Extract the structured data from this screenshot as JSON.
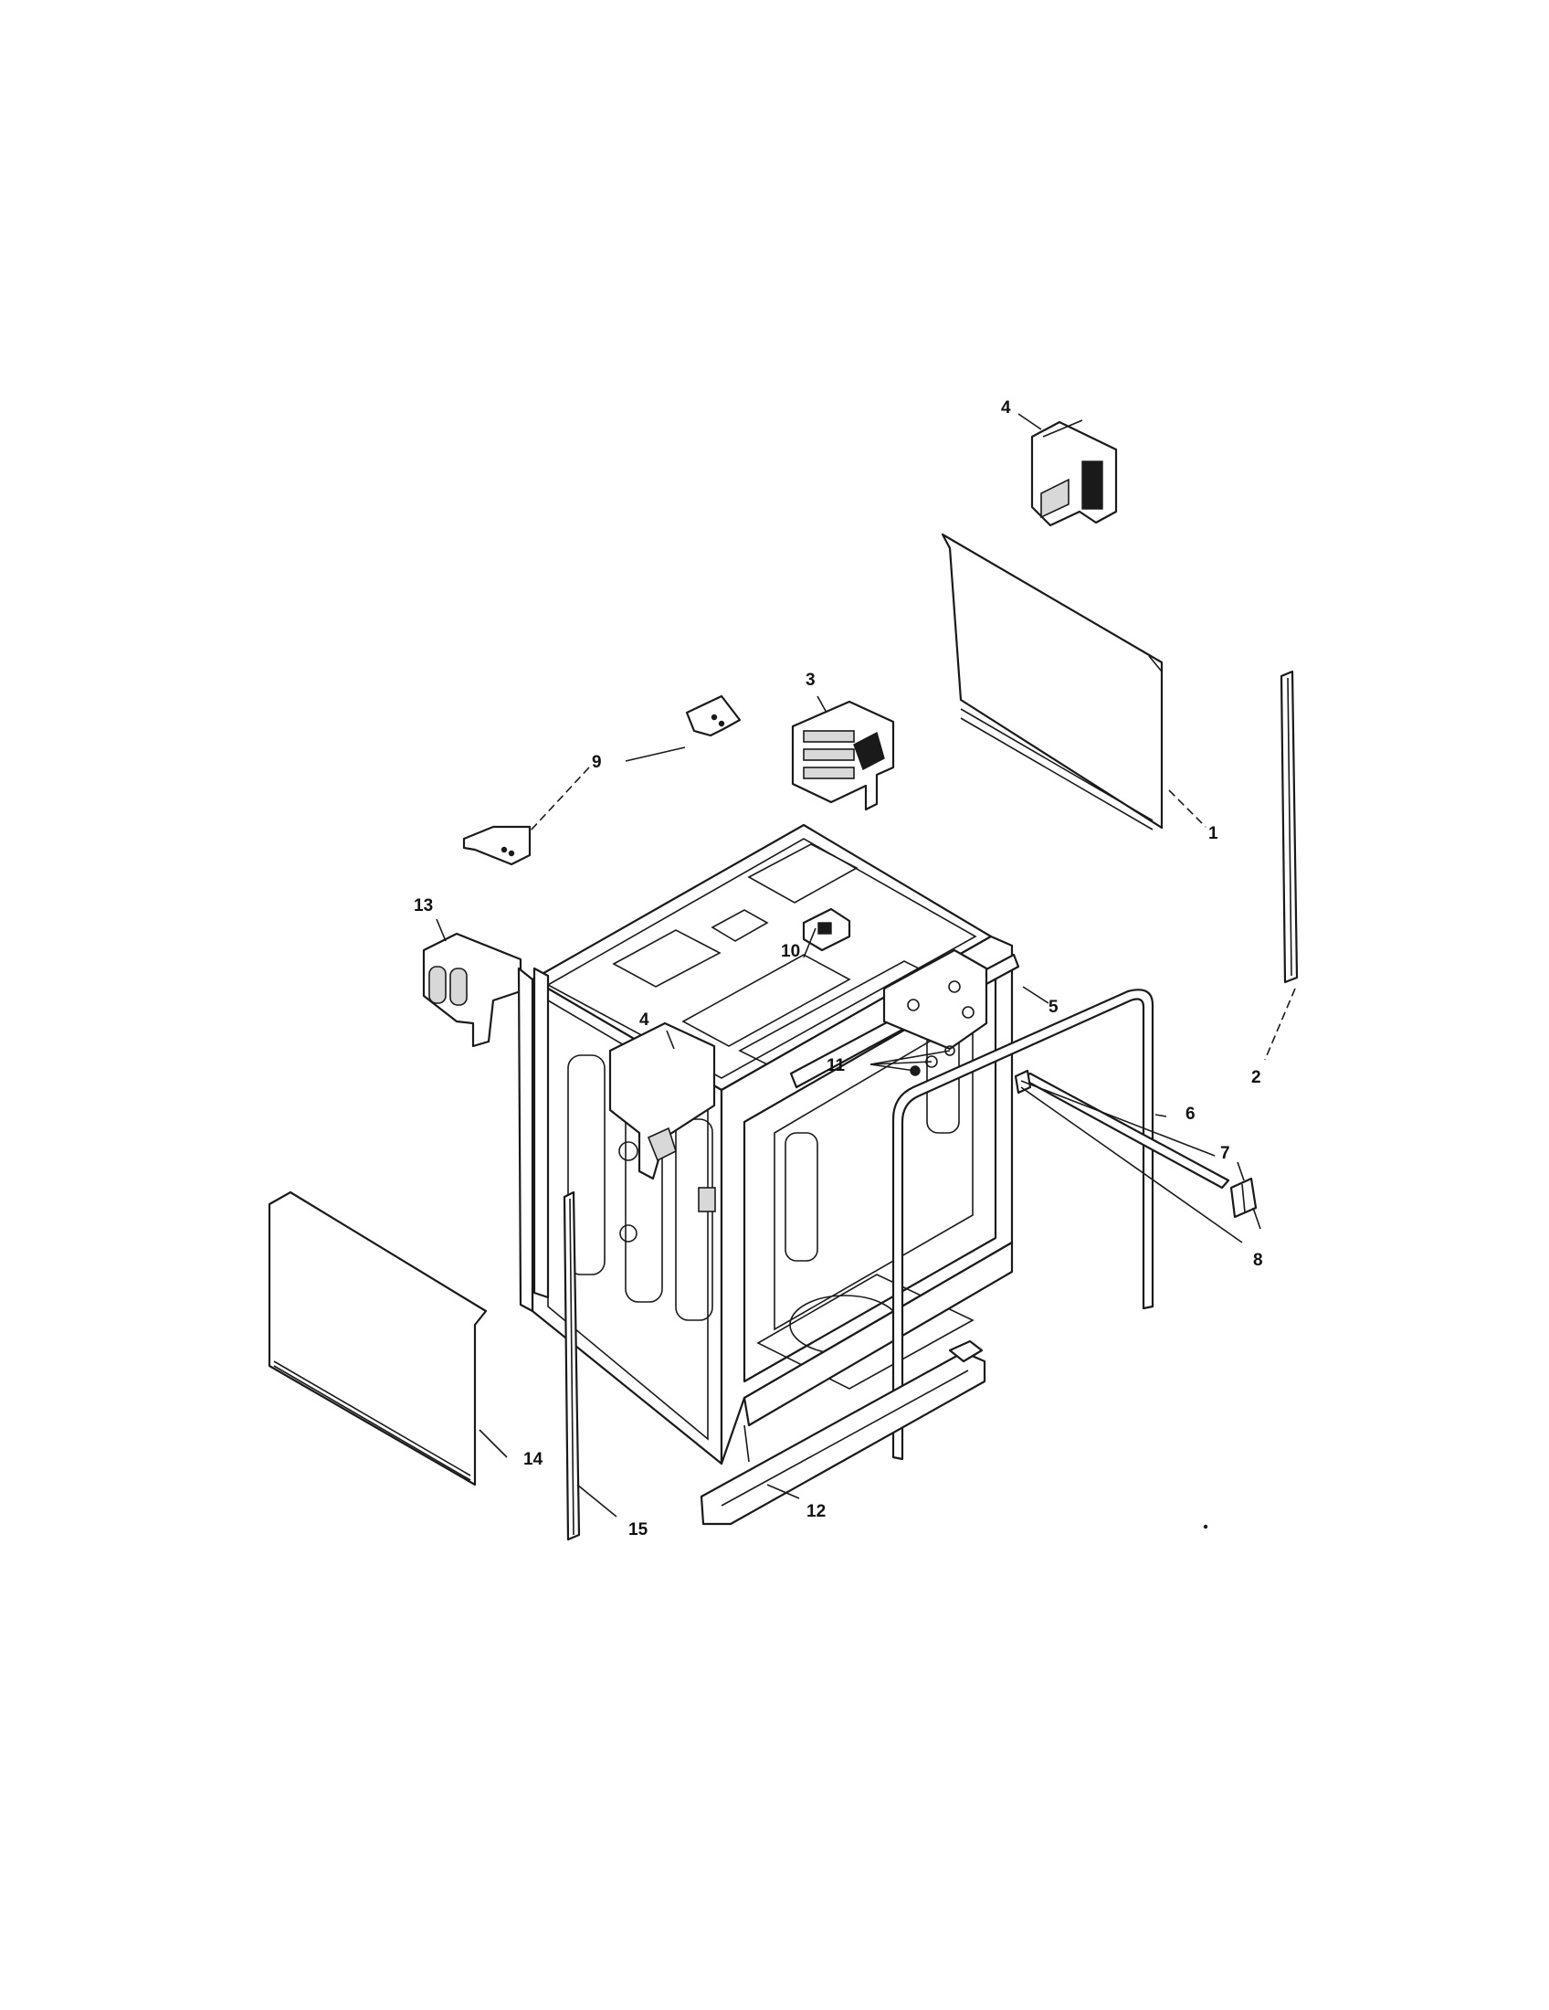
{
  "callouts": {
    "c1": "1",
    "c2": "2",
    "c3": "3",
    "c4a": "4",
    "c4b": "4",
    "c5": "5",
    "c6": "6",
    "c7": "7",
    "c8": "8",
    "c9": "9",
    "c10": "10",
    "c11": "11",
    "c12": "12",
    "c13": "13",
    "c14": "14",
    "c15": "15"
  }
}
